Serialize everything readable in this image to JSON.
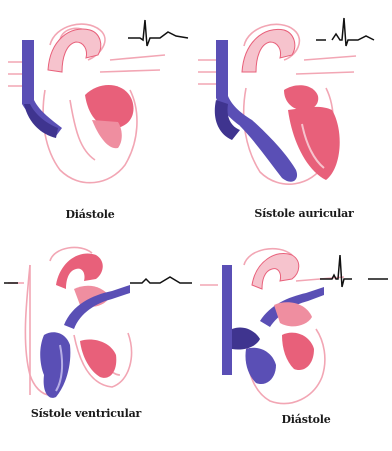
{
  "diagram": {
    "panels": [
      {
        "label": "Diástole"
      },
      {
        "label": "Sístole auricular"
      },
      {
        "label": "Sístole ventricular"
      },
      {
        "label": "Diástole"
      }
    ]
  },
  "colors": {
    "venous_blue": "#5a4fb5",
    "arterial_pink": "#e8607a",
    "outline_pink": "#f2a6b4",
    "ecg_black": "#111111"
  }
}
